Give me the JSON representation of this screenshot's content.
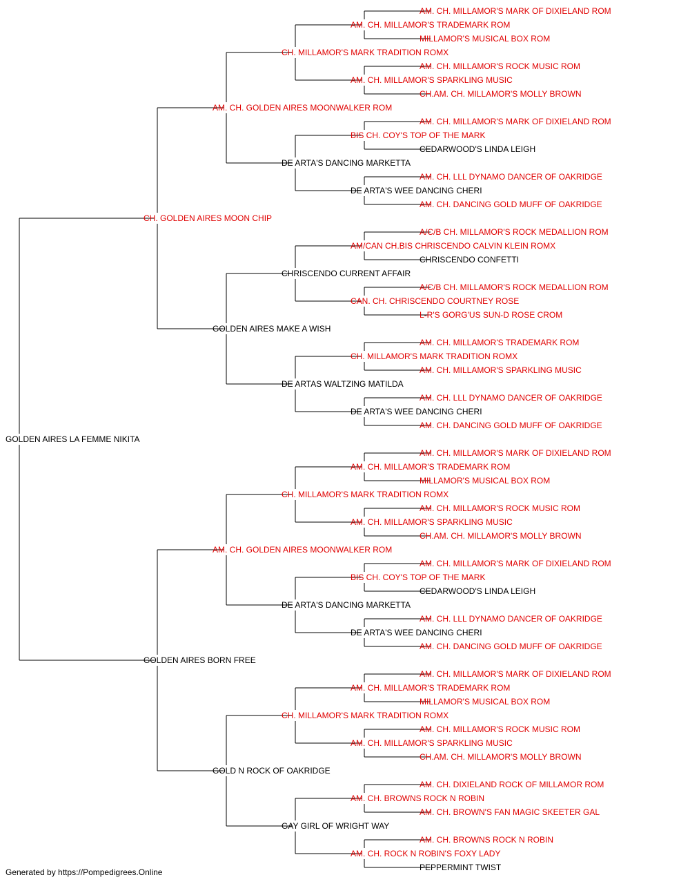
{
  "colors": {
    "titled": "#e00000",
    "plain": "#000000",
    "line": "#000000"
  },
  "footer": "Generated by https://Pompedigrees.Online",
  "pedigree": {
    "name": "GOLDEN AIRES LA FEMME NIKITA",
    "titled": false,
    "sire": {
      "name": "CH. GOLDEN AIRES MOON CHIP",
      "titled": true,
      "sire": {
        "name": "AM. CH. GOLDEN AIRES MOONWALKER ROM",
        "titled": true,
        "sire": {
          "name": "CH. MILLAMOR'S MARK TRADITION ROMX",
          "titled": true,
          "sire": {
            "name": "AM. CH. MILLAMOR'S TRADEMARK ROM",
            "titled": true,
            "sire": {
              "name": "AM. CH. MILLAMOR'S MARK OF DIXIELAND ROM",
              "titled": true
            },
            "dam": {
              "name": "MILLAMOR'S MUSICAL BOX ROM",
              "titled": true
            }
          },
          "dam": {
            "name": "AM. CH. MILLAMOR'S SPARKLING MUSIC",
            "titled": true,
            "sire": {
              "name": "AM. CH. MILLAMOR'S ROCK MUSIC ROM",
              "titled": true
            },
            "dam": {
              "name": "CH.AM. CH. MILLAMOR'S MOLLY BROWN",
              "titled": true
            }
          }
        },
        "dam": {
          "name": "DE ARTA'S DANCING MARKETTA",
          "titled": false,
          "sire": {
            "name": "BIS CH. COY'S TOP OF THE MARK",
            "titled": true,
            "sire": {
              "name": "AM. CH. MILLAMOR'S MARK OF DIXIELAND ROM",
              "titled": true
            },
            "dam": {
              "name": "CEDARWOOD'S LINDA LEIGH",
              "titled": false
            }
          },
          "dam": {
            "name": "DE ARTA'S WEE DANCING CHERI",
            "titled": false,
            "sire": {
              "name": "AM. CH. LLL DYNAMO DANCER OF OAKRIDGE",
              "titled": true
            },
            "dam": {
              "name": "AM. CH. DANCING GOLD MUFF OF OAKRIDGE",
              "titled": true
            }
          }
        }
      },
      "dam": {
        "name": "GOLDEN AIRES MAKE A WISH",
        "titled": false,
        "sire": {
          "name": "CHRISCENDO CURRENT AFFAIR",
          "titled": false,
          "sire": {
            "name": "AM/CAN CH.BIS CHRISCENDO CALVIN KLEIN ROMX",
            "titled": true,
            "sire": {
              "name": "A/C/B CH. MILLAMOR'S ROCK MEDALLION ROM",
              "titled": true
            },
            "dam": {
              "name": "CHRISCENDO CONFETTI",
              "titled": false
            }
          },
          "dam": {
            "name": "CAN. CH. CHRISCENDO COURTNEY ROSE",
            "titled": true,
            "sire": {
              "name": "A/C/B CH. MILLAMOR'S ROCK MEDALLION ROM",
              "titled": true
            },
            "dam": {
              "name": "L-R'S GORG'US SUN-D ROSE CROM",
              "titled": true
            }
          }
        },
        "dam": {
          "name": "DE ARTAS WALTZING MATILDA",
          "titled": false,
          "sire": {
            "name": "CH. MILLAMOR'S MARK TRADITION ROMX",
            "titled": true,
            "sire": {
              "name": "AM. CH. MILLAMOR'S TRADEMARK ROM",
              "titled": true
            },
            "dam": {
              "name": "AM. CH. MILLAMOR'S SPARKLING MUSIC",
              "titled": true
            }
          },
          "dam": {
            "name": "DE ARTA'S WEE DANCING CHERI",
            "titled": false,
            "sire": {
              "name": "AM. CH. LLL DYNAMO DANCER OF OAKRIDGE",
              "titled": true
            },
            "dam": {
              "name": "AM. CH. DANCING GOLD MUFF OF OAKRIDGE",
              "titled": true
            }
          }
        }
      }
    },
    "dam": {
      "name": "GOLDEN AIRES BORN FREE",
      "titled": false,
      "sire": {
        "name": "AM. CH. GOLDEN AIRES MOONWALKER ROM",
        "titled": true,
        "sire": {
          "name": "CH. MILLAMOR'S MARK TRADITION ROMX",
          "titled": true,
          "sire": {
            "name": "AM. CH. MILLAMOR'S TRADEMARK ROM",
            "titled": true,
            "sire": {
              "name": "AM. CH. MILLAMOR'S MARK OF DIXIELAND ROM",
              "titled": true
            },
            "dam": {
              "name": "MILLAMOR'S MUSICAL BOX ROM",
              "titled": true
            }
          },
          "dam": {
            "name": "AM. CH. MILLAMOR'S SPARKLING MUSIC",
            "titled": true,
            "sire": {
              "name": "AM. CH. MILLAMOR'S ROCK MUSIC ROM",
              "titled": true
            },
            "dam": {
              "name": "CH.AM. CH. MILLAMOR'S MOLLY BROWN",
              "titled": true
            }
          }
        },
        "dam": {
          "name": "DE ARTA'S DANCING MARKETTA",
          "titled": false,
          "sire": {
            "name": "BIS CH. COY'S TOP OF THE MARK",
            "titled": true,
            "sire": {
              "name": "AM. CH. MILLAMOR'S MARK OF DIXIELAND ROM",
              "titled": true
            },
            "dam": {
              "name": "CEDARWOOD'S LINDA LEIGH",
              "titled": false
            }
          },
          "dam": {
            "name": "DE ARTA'S WEE DANCING CHERI",
            "titled": false,
            "sire": {
              "name": "AM. CH. LLL DYNAMO DANCER OF OAKRIDGE",
              "titled": true
            },
            "dam": {
              "name": "AM. CH. DANCING GOLD MUFF OF OAKRIDGE",
              "titled": true
            }
          }
        }
      },
      "dam": {
        "name": "GOLD N ROCK OF OAKRIDGE",
        "titled": false,
        "sire": {
          "name": "CH. MILLAMOR'S MARK TRADITION ROMX",
          "titled": true,
          "sire": {
            "name": "AM. CH. MILLAMOR'S TRADEMARK ROM",
            "titled": true,
            "sire": {
              "name": "AM. CH. MILLAMOR'S MARK OF DIXIELAND ROM",
              "titled": true
            },
            "dam": {
              "name": "MILLAMOR'S MUSICAL BOX ROM",
              "titled": true
            }
          },
          "dam": {
            "name": "AM. CH. MILLAMOR'S SPARKLING MUSIC",
            "titled": true,
            "sire": {
              "name": "AM. CH. MILLAMOR'S ROCK MUSIC ROM",
              "titled": true
            },
            "dam": {
              "name": "CH.AM. CH. MILLAMOR'S MOLLY BROWN",
              "titled": true
            }
          }
        },
        "dam": {
          "name": "GAY GIRL OF WRIGHT WAY",
          "titled": false,
          "sire": {
            "name": "AM. CH. BROWNS ROCK N ROBIN",
            "titled": true,
            "sire": {
              "name": "AM. CH. DIXIELAND ROCK OF MILLAMOR ROM",
              "titled": true
            },
            "dam": {
              "name": "AM. CH. BROWN'S FAN MAGIC SKEETER GAL",
              "titled": true
            }
          },
          "dam": {
            "name": "AM. CH. ROCK N ROBIN'S FOXY LADY",
            "titled": true,
            "sire": {
              "name": "AM. CH. BROWNS ROCK N ROBIN",
              "titled": true
            },
            "dam": {
              "name": "PEPPERMINT TWIST",
              "titled": false
            }
          }
        }
      }
    }
  }
}
